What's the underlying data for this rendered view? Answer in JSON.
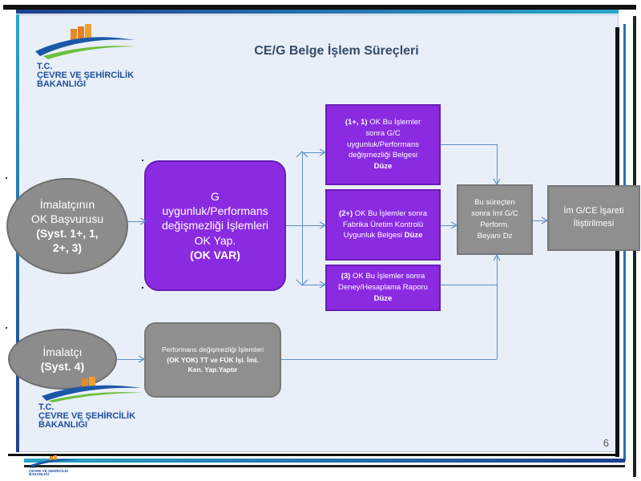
{
  "title": "CE/G Belge İşlem Süreçleri",
  "logo": {
    "line1": "T.C.",
    "line2": "ÇEVRE VE ŞEHİRCİLİK",
    "line3": "BAKANLIĞI"
  },
  "nodes": {
    "basvuru": {
      "line1": "İmalatçının",
      "line2": "OK Başvurusu",
      "line3": "(Syst. 1+, 1,",
      "line4": "2+, 3)"
    },
    "imalatci": {
      "line1": "İmalatçı",
      "line2": "(Syst. 4)"
    },
    "ok_islem": {
      "line1": "G",
      "line2": "uygunluk/Performans",
      "line3": "değişmezliği İşlemleri",
      "line4": "OK Yap.",
      "line5": "(OK VAR)"
    },
    "ok_yok": {
      "line1": "Performans değişmezliği İşlemleri",
      "line2": "(OK YOK) TT ve FÜK İşl. İml.",
      "line3": "Ken. Yap.Yaptır"
    },
    "box1": {
      "prefix": "(1+, 1)",
      "l1": " OK Bu İşlemler",
      "l2": "sonra G/C",
      "l3": "uygunluk/Performans",
      "l4": "değişmezliği Belgesi",
      "l5": "Düze"
    },
    "box2": {
      "prefix": "(2+)",
      "l1": " OK Bu İşlemler sonra",
      "l2": "Fabrika Üretim Kontrolü",
      "l3": "Uygunluk Belgesi ",
      "l3b": "Düze"
    },
    "box3": {
      "prefix": "(3)",
      "l1": " OK Bu İşlemler sonra",
      "l2": "Deney/Hesaplama Raporu",
      "l3": "Düze"
    },
    "beyan": {
      "line1": "Bu süreçten",
      "line2": "sonra İml G/C",
      "line3": "Perform.",
      "line4": "Beyanı Dz"
    },
    "isaret": {
      "line1": "İm G/CE İşareti",
      "line2": "İliştirilmesi"
    }
  },
  "page_number": "6",
  "colors": {
    "purple": "#8a2be2",
    "gray": "#8f8f8f",
    "arrow": "#5b8fc7",
    "background": "#e9eff8"
  }
}
